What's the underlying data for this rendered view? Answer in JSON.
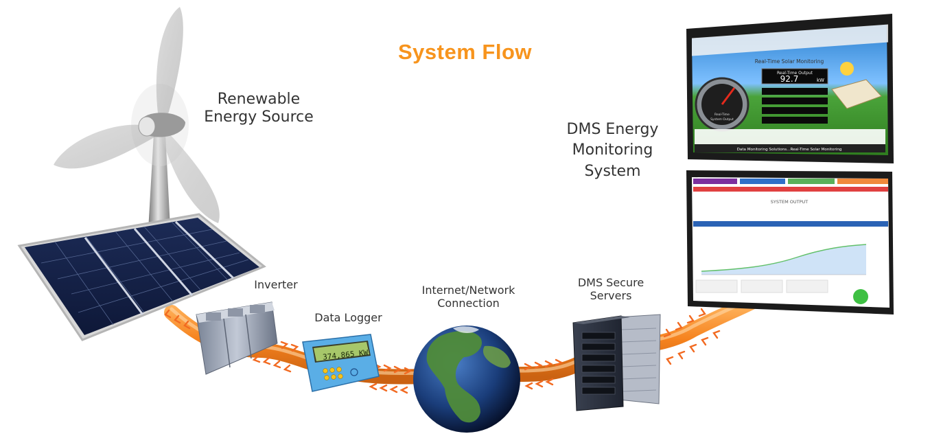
{
  "title": "System Flow",
  "colors": {
    "accent": "#f7941d",
    "arrow": "#f26a21",
    "label": "#333333"
  },
  "labels": {
    "renewable_line1": "Renewable",
    "renewable_line2": "Energy Source",
    "inverter": "Inverter",
    "data_logger": "Data Logger",
    "internet_line1": "Internet/Network",
    "internet_line2": "Connection",
    "servers_line1": "DMS Secure",
    "servers_line2": "Servers",
    "dms_line1": "DMS Energy",
    "dms_line2": "Monitoring",
    "dms_line3": "System"
  },
  "logger_display": "374,865 KW",
  "dashboard1": {
    "header": "Real-Time Solar Monitoring",
    "output_title": "Real-Time Output",
    "output_value": "92.7",
    "output_unit": "kW",
    "gauge_label_1": "Real-Time",
    "gauge_label_2": "System Output",
    "footer": "Data Monitoring Solutions...Real-Time Solar Monitoring"
  },
  "dashboard2": {
    "heading": "SYSTEM OUTPUT"
  },
  "icons": {
    "wind_turbine": "wind-turbine-icon",
    "solar_panel": "solar-panel-icon",
    "inverter": "inverter-icon",
    "data_logger": "data-logger-icon",
    "globe": "globe-icon",
    "server": "server-rack-icon",
    "monitor": "monitor-icon"
  }
}
